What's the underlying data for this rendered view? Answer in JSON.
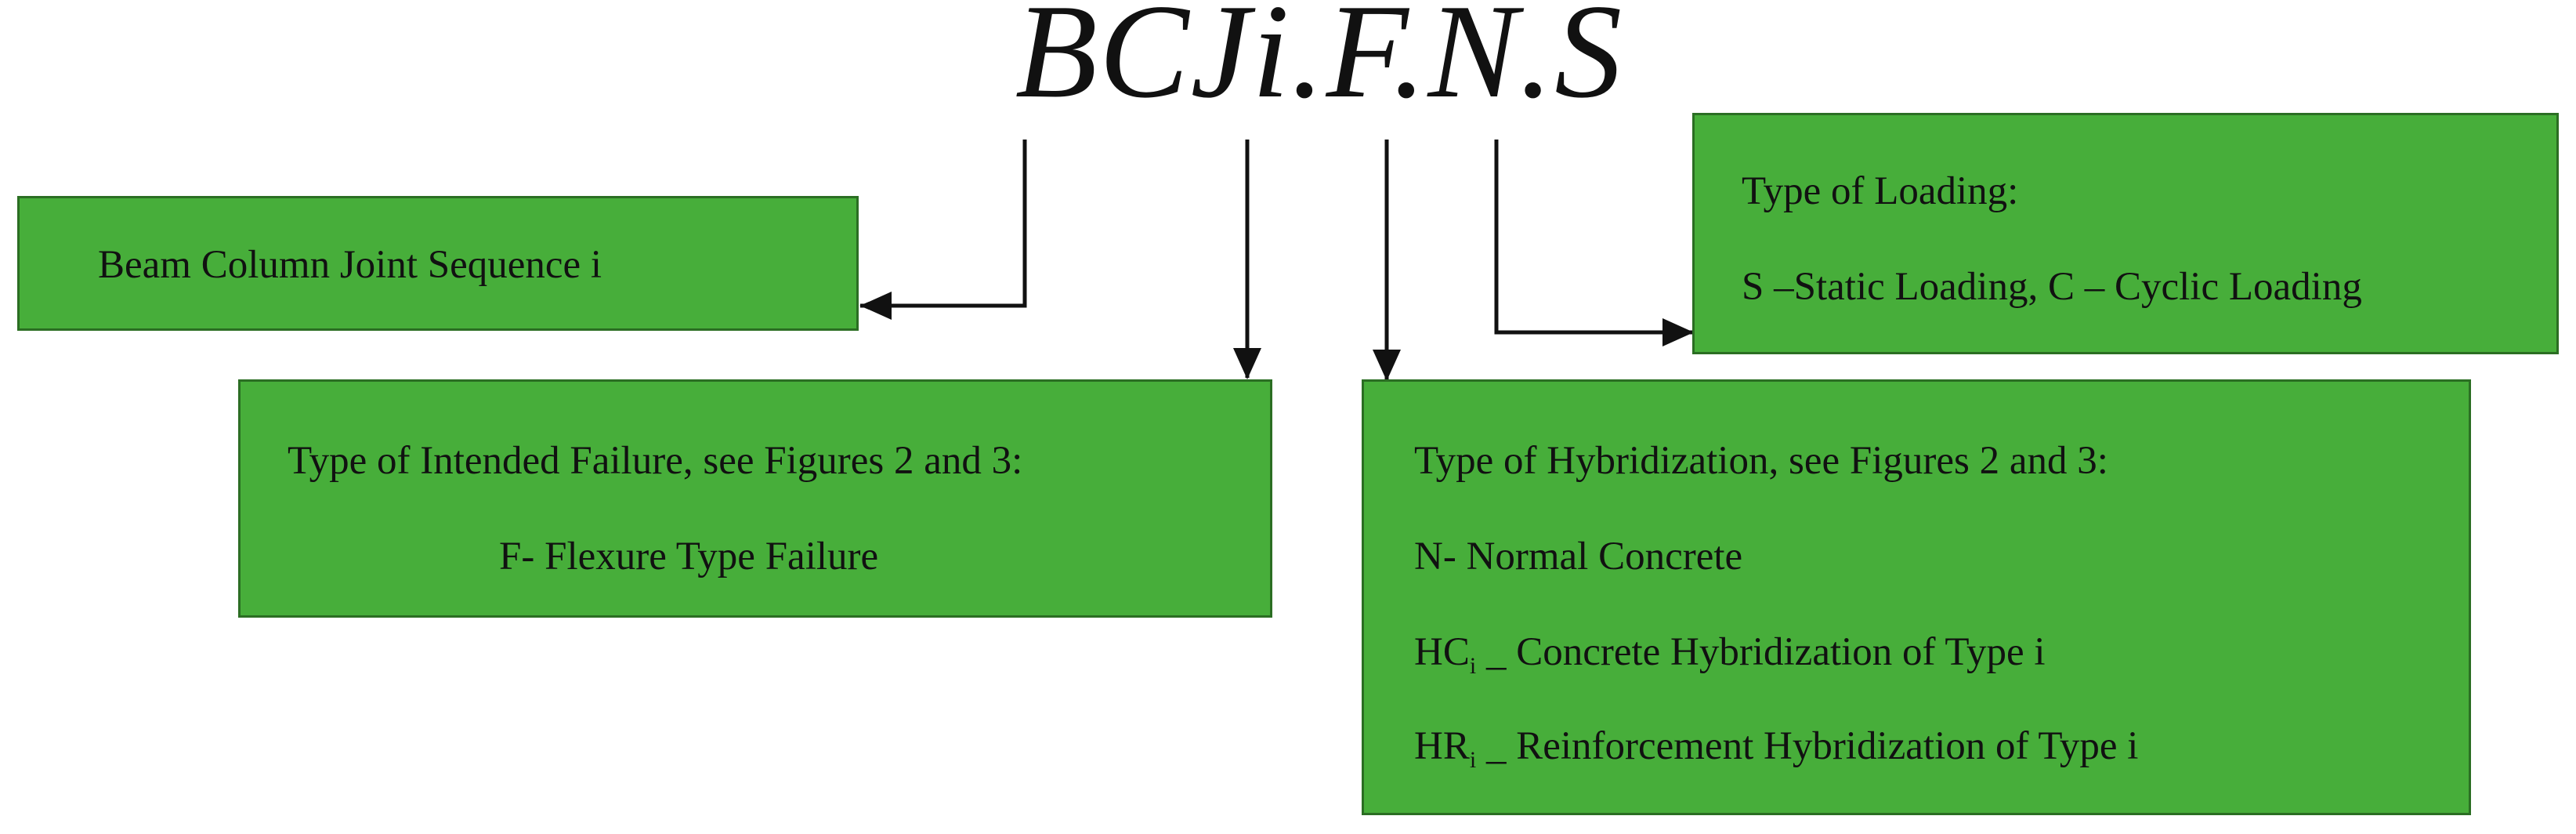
{
  "code": "BCJi.F.N.S",
  "boxes": {
    "sequence": {
      "text": "Beam Column Joint Sequence i"
    },
    "loading": {
      "title": "Type of Loading:",
      "text": "S –Static Loading, C – Cyclic Loading"
    },
    "failure": {
      "title": "Type of Intended Failure, see Figures 2 and 3:",
      "text": "F- Flexure Type Failure"
    },
    "hybrid": {
      "title": "Type of Hybridization, see Figures 2 and 3:",
      "normal": "N- Normal Concrete",
      "hc_prefix": "HC",
      "hc_sub": "i",
      "hc_text": " _ Concrete Hybridization of Type i",
      "hr_prefix": "HR",
      "hr_sub": "i",
      "hr_text": " _ Reinforcement Hybridization of Type i"
    }
  }
}
